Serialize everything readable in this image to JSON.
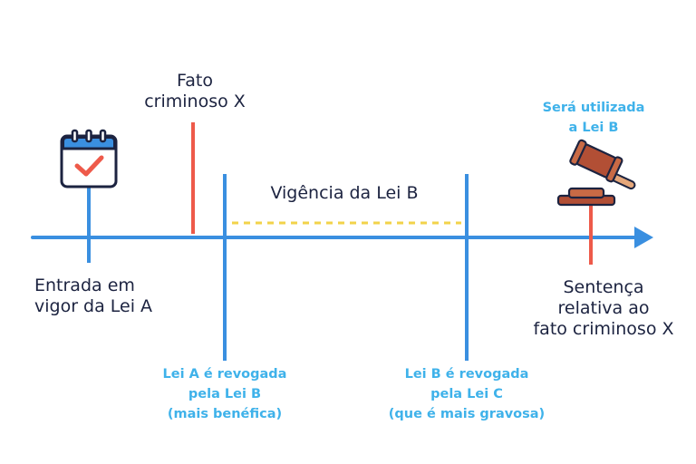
{
  "labels": {
    "fato_criminoso": "Fato\ncriminoso X",
    "vigencia_lei_b": "Vigência da Lei B",
    "entrada_em_vigor": "Entrada em\nvigor da Lei A",
    "sentenca": "Sentença\nrelativa ao\nfato criminoso X"
  },
  "notes": {
    "lei_a_revogada": "Lei A é revogada\npela Lei B\n(mais benéfica)",
    "lei_b_revogada": "Lei B é revogada\npela Lei C\n(que é mais gravosa)",
    "sera_utilizada": "Será utilizada\na Lei B"
  },
  "icons": {
    "calendar": "calendar-check-icon",
    "gavel": "gavel-icon"
  },
  "colors": {
    "timeline_blue": "#3a8fe0",
    "event_red": "#ee5a4a",
    "text_dark": "#1c2340",
    "note_blue": "#3fb2ea",
    "dash_yellow": "#f2d34a",
    "gavel_brown": "#b24f35"
  }
}
